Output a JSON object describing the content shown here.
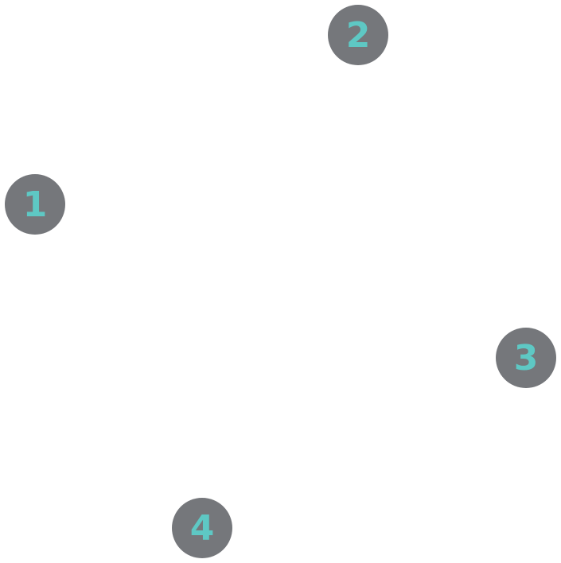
{
  "colors": {
    "background": "#ffffff",
    "marker_fill": "#75777b",
    "marker_text": "#5ec8c4"
  },
  "markers": [
    {
      "label": "1"
    },
    {
      "label": "2"
    },
    {
      "label": "3"
    },
    {
      "label": "4"
    }
  ]
}
